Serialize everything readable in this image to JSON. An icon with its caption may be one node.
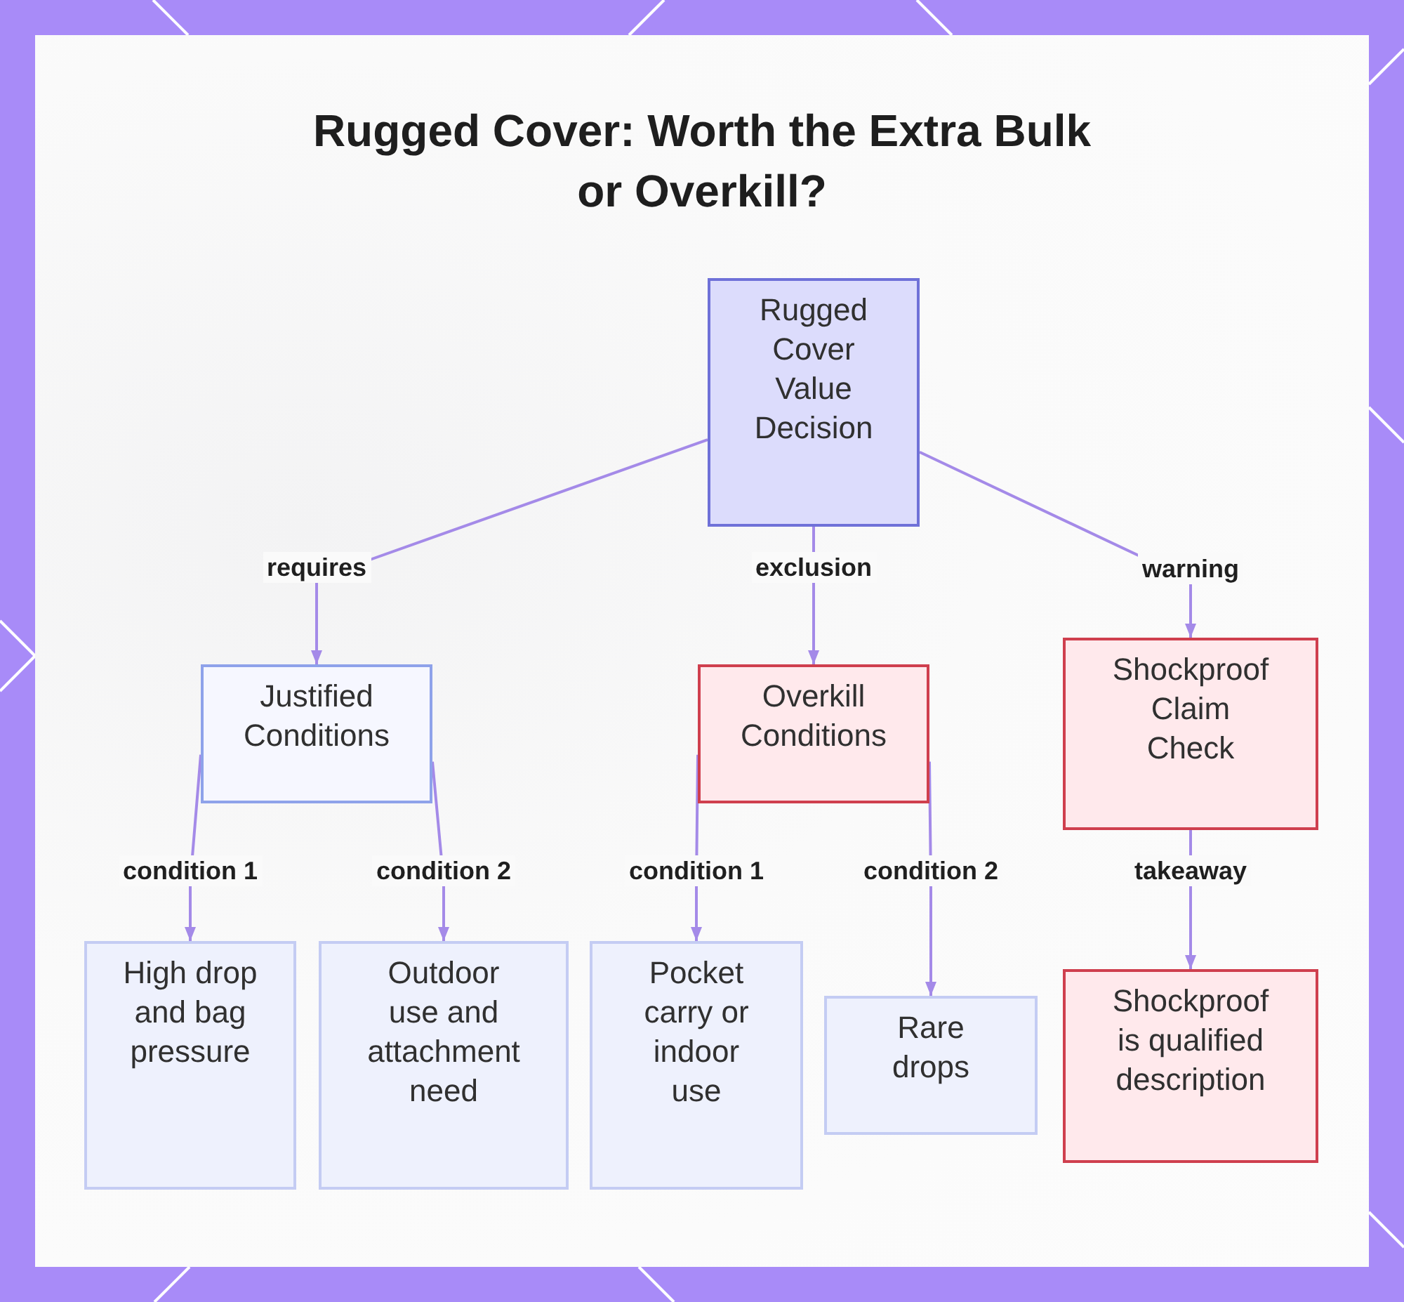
{
  "diagram": {
    "title": "Rugged Cover: Worth the Extra Bulk or Overkill?",
    "nodes": [
      {
        "text": [
          "Rugged Cover Value Decision"
        ]
      },
      {
        "text": [
          "Justified Conditions"
        ]
      },
      {
        "text": [
          "Overkill Conditions"
        ]
      },
      {
        "text": [
          "Shockproof Claim Check"
        ]
      },
      {
        "text": [
          "High drop and bag pressure"
        ]
      },
      {
        "text": [
          "Outdoor use and attachment need"
        ]
      },
      {
        "text": [
          "Pocket carry or indoor use"
        ]
      },
      {
        "text": [
          "Rare drops"
        ]
      },
      {
        "text": [
          "Shockproof is qualified description"
        ]
      }
    ],
    "edges": [
      {
        "from": 0,
        "to": 1,
        "arrow": "to",
        "label": "requires"
      },
      {
        "from": 0,
        "to": 2,
        "arrow": "to",
        "label": "exclusion"
      },
      {
        "from": 0,
        "to": 3,
        "arrow": "to",
        "label": "warning"
      },
      {
        "from": 1,
        "to": 4,
        "arrow": "to",
        "label": "condition 1"
      },
      {
        "from": 1,
        "to": 5,
        "arrow": "to",
        "label": "condition 2"
      },
      {
        "from": 2,
        "to": 6,
        "arrow": "to",
        "label": "condition 1"
      },
      {
        "from": 2,
        "to": 7,
        "arrow": "to",
        "label": "condition 2"
      },
      {
        "from": 3,
        "to": 8,
        "arrow": "to",
        "label": "takeaway"
      }
    ]
  }
}
